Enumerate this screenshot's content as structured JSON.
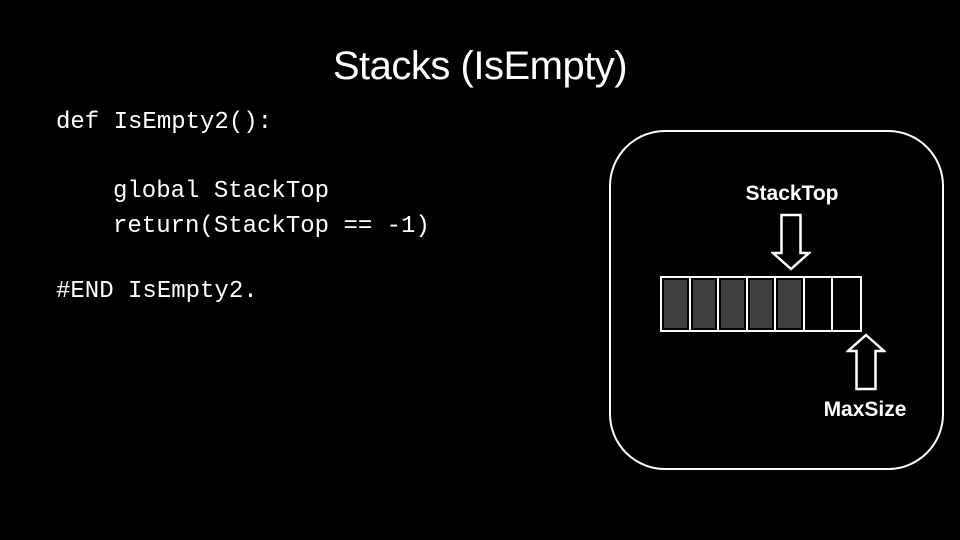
{
  "slide": {
    "title": "Stacks (IsEmpty)",
    "code": {
      "lines": [
        "def IsEmpty2():",
        "global StackTop",
        "return(StackTop == -1)",
        "#END IsEmpty2."
      ]
    },
    "diagram": {
      "stack_top_label": "StackTop",
      "max_size_label": "MaxSize",
      "cells_total": 7,
      "cells_filled": 5,
      "cells": [
        "filled",
        "filled",
        "filled",
        "filled",
        "filled",
        "empty",
        "empty"
      ]
    },
    "colors": {
      "background": "#000000",
      "foreground": "#ffffff",
      "filled_cell": "#3f3f3f"
    }
  }
}
